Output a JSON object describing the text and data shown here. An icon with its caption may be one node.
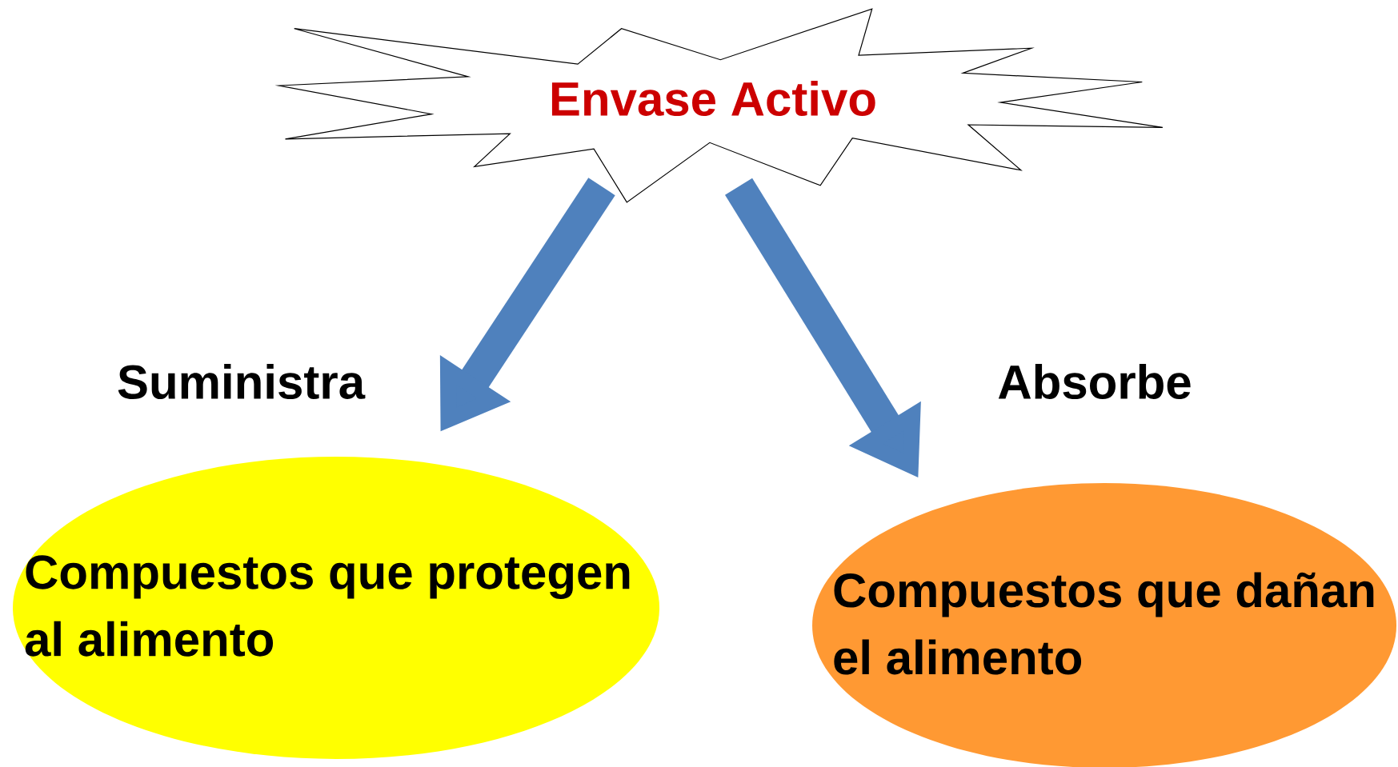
{
  "diagram": {
    "nodes": [
      {
        "text": [
          "Envase Activo"
        ]
      },
      {
        "text": [
          "Compuestos que protegen al alimento"
        ]
      },
      {
        "text": [
          "Compuestos que dañan el alimento"
        ]
      }
    ],
    "edges": [
      {
        "from": 0,
        "to": 1,
        "arrow": "to",
        "label": "Suministra"
      },
      {
        "from": 0,
        "to": 2,
        "arrow": "to",
        "label": "Absorbe"
      }
    ]
  }
}
